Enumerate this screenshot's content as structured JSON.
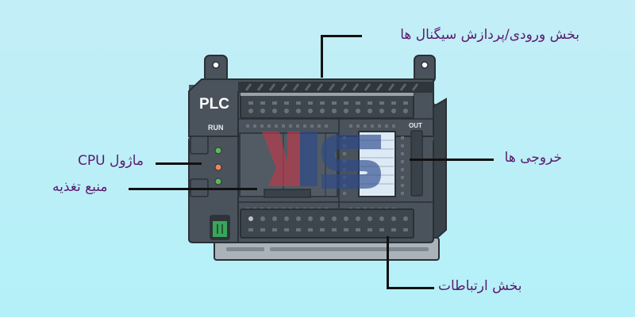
{
  "diagram": {
    "device_label": "PLC",
    "status_label": "RUN",
    "output_label": "OUT",
    "watermark": "XLS",
    "colors": {
      "background": "#b8f0f8",
      "body": "#4a535c",
      "body_dark": "#3a4249",
      "outline": "#2a3036",
      "label_text": "#5b1a6e",
      "led_green": "#5cb85c",
      "led_orange": "#f0845c",
      "connector_green": "#3aa55a",
      "rail": "#aab3ba",
      "window": "#d8e8f4",
      "watermark_red": "#c0384a",
      "watermark_blue": "#2c4a8c"
    },
    "callouts": [
      {
        "id": "io-section",
        "text": "بخش ورودی/پردازش سیگنال ها"
      },
      {
        "id": "outputs",
        "text": "خروجی ها"
      },
      {
        "id": "cpu-module",
        "text": "ماژول CPU"
      },
      {
        "id": "power-supply",
        "text": "منبع تغذیه"
      },
      {
        "id": "communication",
        "text": "بخش ارتباطات"
      }
    ]
  }
}
